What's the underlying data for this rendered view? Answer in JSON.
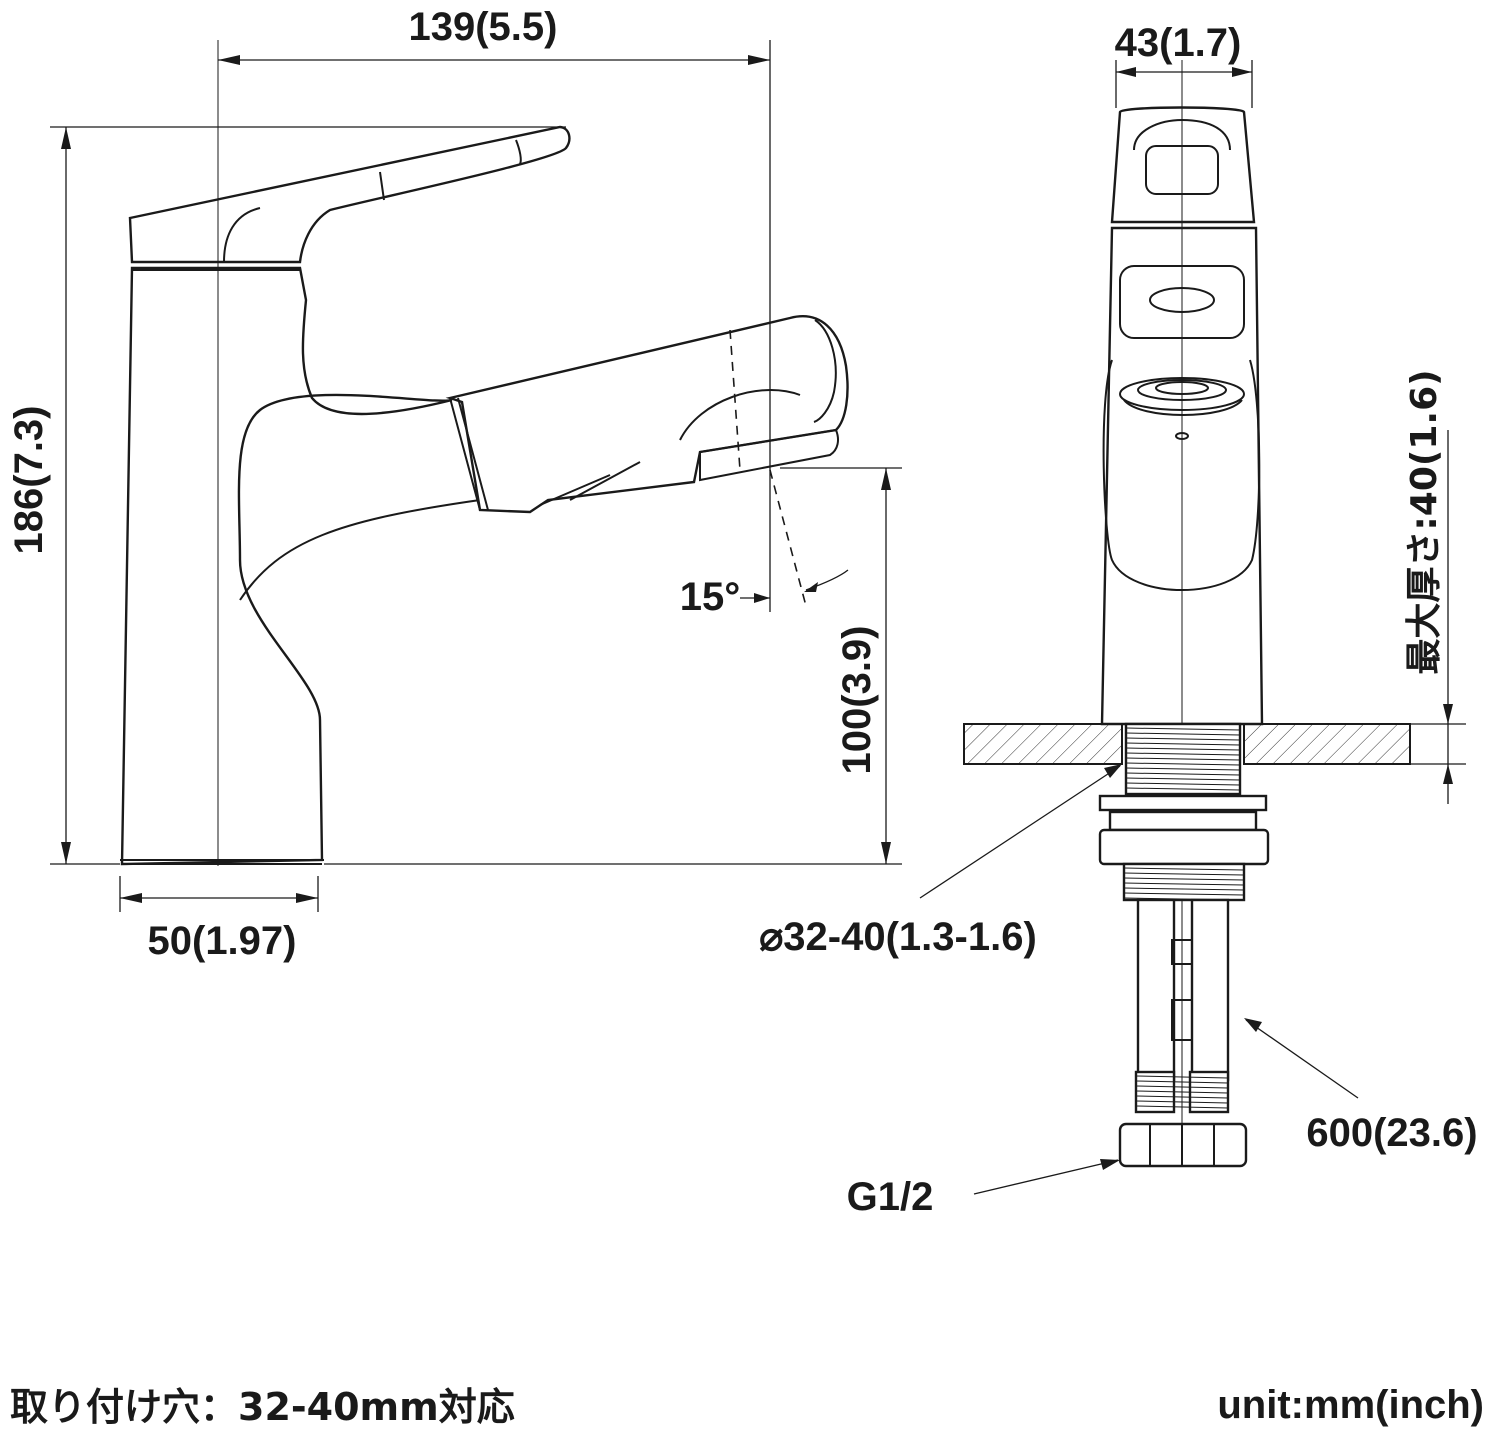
{
  "dimensions": {
    "width_total": "139(5.5)",
    "height_total": "186(7.3)",
    "base_width": "50(1.97)",
    "spout_height": "100(3.9)",
    "angle": "15°",
    "side_width": "43(1.7)",
    "max_thickness": "最大厚さ:40(1.6)",
    "hole_diameter": "⌀32-40(1.3-1.6)",
    "hose_length": "600(23.6)",
    "thread": "G1/2"
  },
  "footer": {
    "mounting_hole": "取り付け穴：32-40mm対応",
    "unit": "unit:mm(inch)"
  }
}
